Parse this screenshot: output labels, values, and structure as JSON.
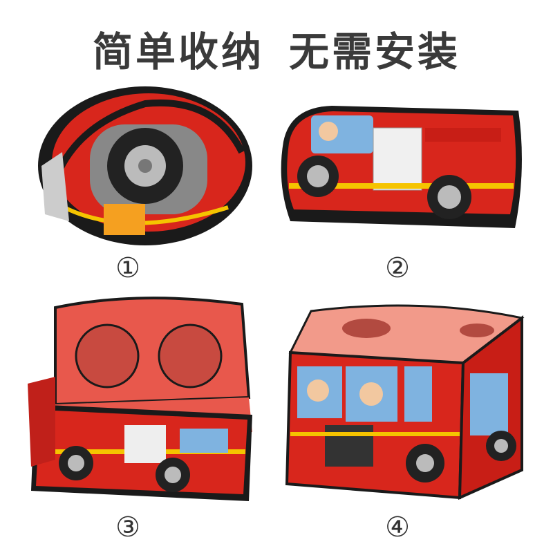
{
  "title": {
    "part1": "简单收纳",
    "part2": "无需安装"
  },
  "steps": [
    {
      "label": "①",
      "description_icon": "folded-tent"
    },
    {
      "label": "②",
      "description_icon": "flat-tent"
    },
    {
      "label": "③",
      "description_icon": "opening-tent"
    },
    {
      "label": "④",
      "description_icon": "assembled-tent"
    }
  ],
  "colors": {
    "red": "#d8261c",
    "dark": "#1a1a1a",
    "yellow": "#f5c400",
    "window": "#7fb3e0",
    "pink": "#f29a8a"
  }
}
